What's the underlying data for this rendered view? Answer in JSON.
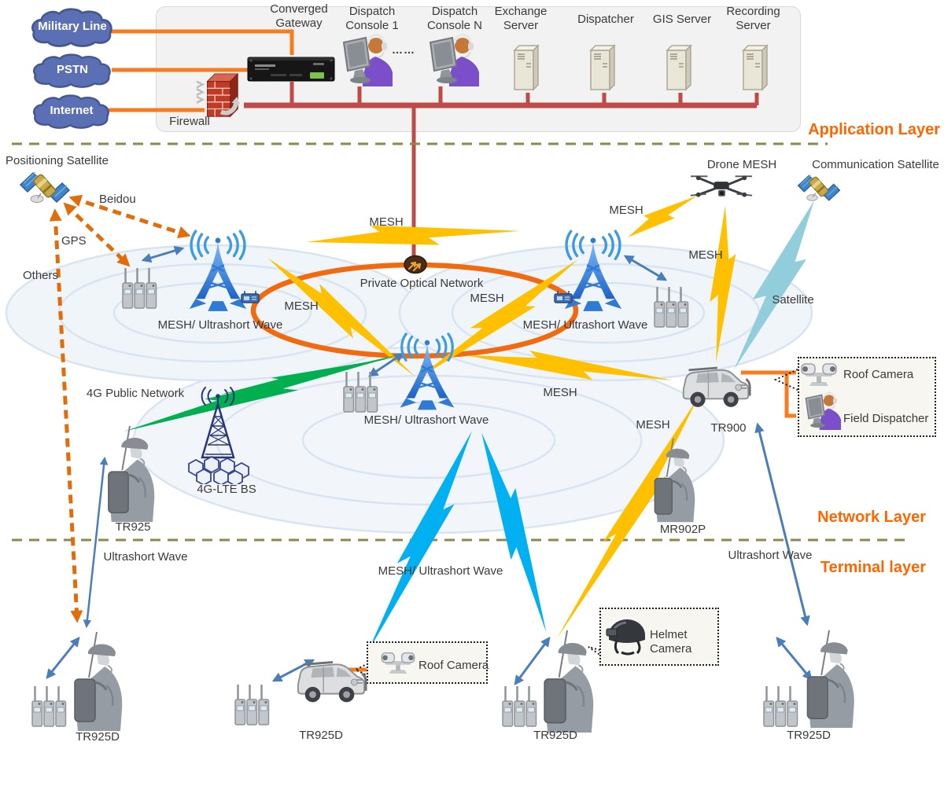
{
  "colors": {
    "layer_label": "#FF6600",
    "app_bus": "#BE4B48",
    "external_link_orange": "#F97C1C",
    "optical_ring": "#F26A0F",
    "divider_dash": "#8E884A",
    "mesh_bolt_yellow": "#FFC000",
    "lte_bolt_green": "#00B050",
    "ultrashort_bolt_cyan": "#00B0F0",
    "satellite_bolt_blue": "#92CDDC",
    "link_arrow_blue": "#4A7EBB",
    "gnss_dash_orange": "#E36C0A",
    "cloud_fill": "#5B6FB5"
  },
  "layers": {
    "application": "Application Layer",
    "network": "Network Layer",
    "terminal": "Terminal layer"
  },
  "application": {
    "clouds": {
      "military": "Military Line",
      "pstn": "PSTN",
      "internet": "Internet"
    },
    "firewall": "Firewall",
    "gateway": "Converged Gateway",
    "console1": "Dispatch Console 1",
    "console_dots": "……",
    "consoleN": "Dispatch Console N",
    "exchange": "Exchange Server",
    "dispatcher": "Dispatcher",
    "gis": "GIS Server",
    "recording": "Recording Server"
  },
  "network": {
    "positioning_satellite": "Positioning Satellite",
    "beidou": "Beidou",
    "gps": "GPS",
    "others": "Others",
    "mesh": "MESH",
    "mesh_ultrashort": "MESH/ Ultrashort Wave",
    "private_optical": "Private Optical Network",
    "drone_mesh": "Drone MESH",
    "communication_satellite": "Communication Satellite",
    "satellite_link": "Satellite",
    "public_4g": "4G Public Network",
    "lte_bs": "4G-LTE BS",
    "tr925": "TR925",
    "tr900": "TR900",
    "mr902p": "MR902P",
    "roof_camera": "Roof Camera",
    "field_dispatcher": "Field Dispatcher"
  },
  "terminal": {
    "ultrashort": "Ultrashort Wave",
    "mesh_ultrashort": "MESH/ Ultrashort Wave",
    "roof_camera": "Roof Camera",
    "helmet_camera": "Helmet Camera",
    "tr925d": "TR925D"
  }
}
